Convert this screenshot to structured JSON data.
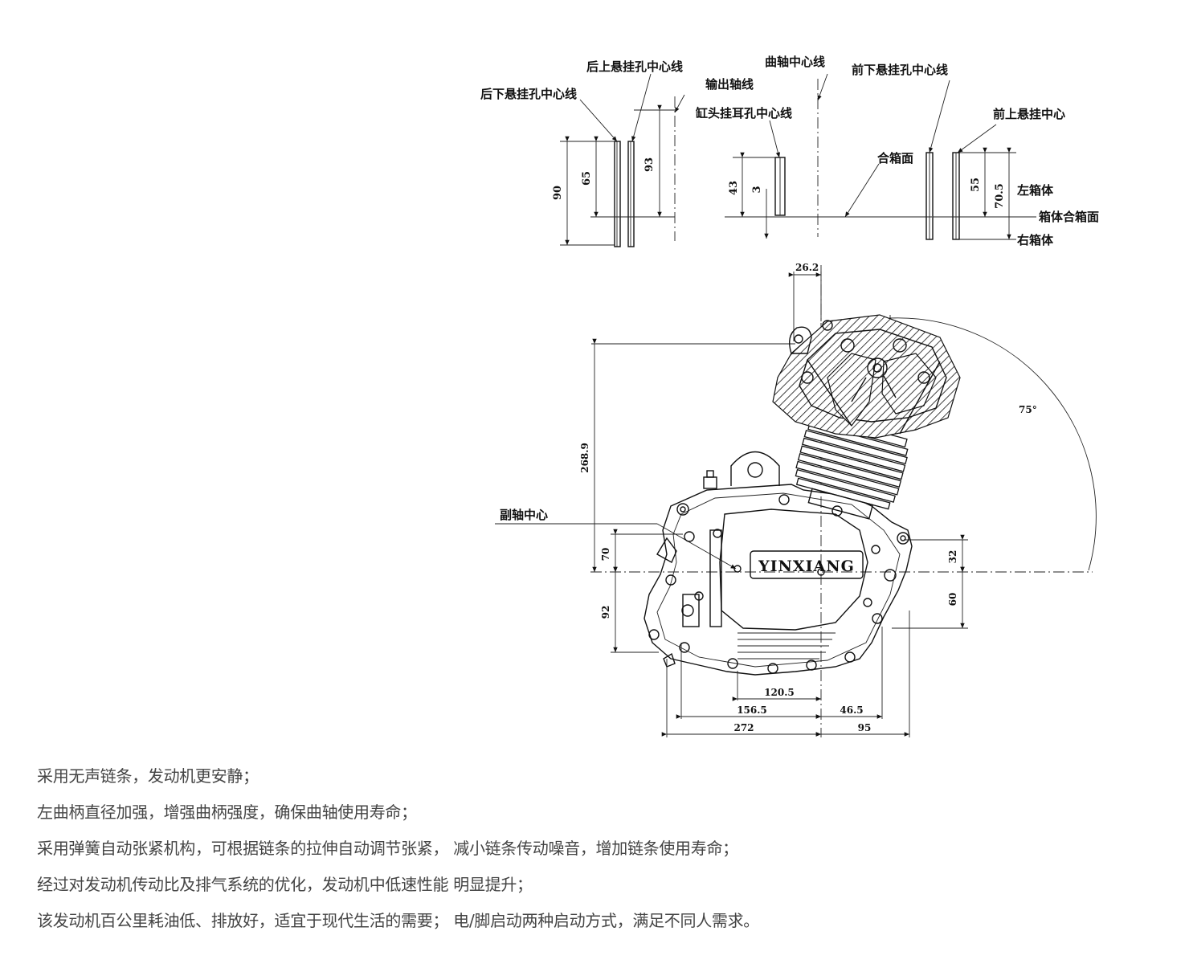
{
  "top_labels": {
    "rear_lower_pivot": "后下悬挂孔中心线",
    "rear_upper_mount": "后上悬挂孔中心线",
    "output_shaft": "输出轴线",
    "crankshaft_center": "曲轴中心线",
    "front_lower_pivot": "前下悬挂孔中心线",
    "cylinder_head_mount": "缸头挂耳孔中心线",
    "front_upper_pivot": "前上悬挂中心",
    "parting_surface": "合箱面",
    "left_case": "左箱体",
    "case_parting_surface": "箱体合箱面",
    "right_case": "右箱体"
  },
  "top_dimensions": {
    "d90": "90",
    "d65": "65",
    "d93": "93",
    "d43": "43",
    "d3": "3",
    "d55": "55",
    "d70_5": "70.5"
  },
  "main_labels": {
    "brand": "YINXIANG",
    "rear_axle_center": "副轴中心",
    "angle": "75°"
  },
  "main_dimensions": {
    "d26_2": "26.2",
    "d268_9": "268.9",
    "d70": "70",
    "d92": "92",
    "d32": "32",
    "d60": "60",
    "d120_5": "120.5",
    "d156_5": "156.5",
    "d46_5": "46.5",
    "d272": "272",
    "d95": "95"
  },
  "features": [
    "采用无声链条，发动机更安静；",
    "左曲柄直径加强，增强曲柄强度，确保曲轴使用寿命；",
    "采用弹簧自动张紧机构，可根据链条的拉伸自动调节张紧，  减小链条传动噪音，增加链条使用寿命；",
    "经过对发动机传动比及排气系统的优化，发动机中低速性能 明显提升；",
    "该发动机百公里耗油低、排放好，适宜于现代生活的需要；  电/脚启动两种启动方式，满足不同人需求。"
  ]
}
